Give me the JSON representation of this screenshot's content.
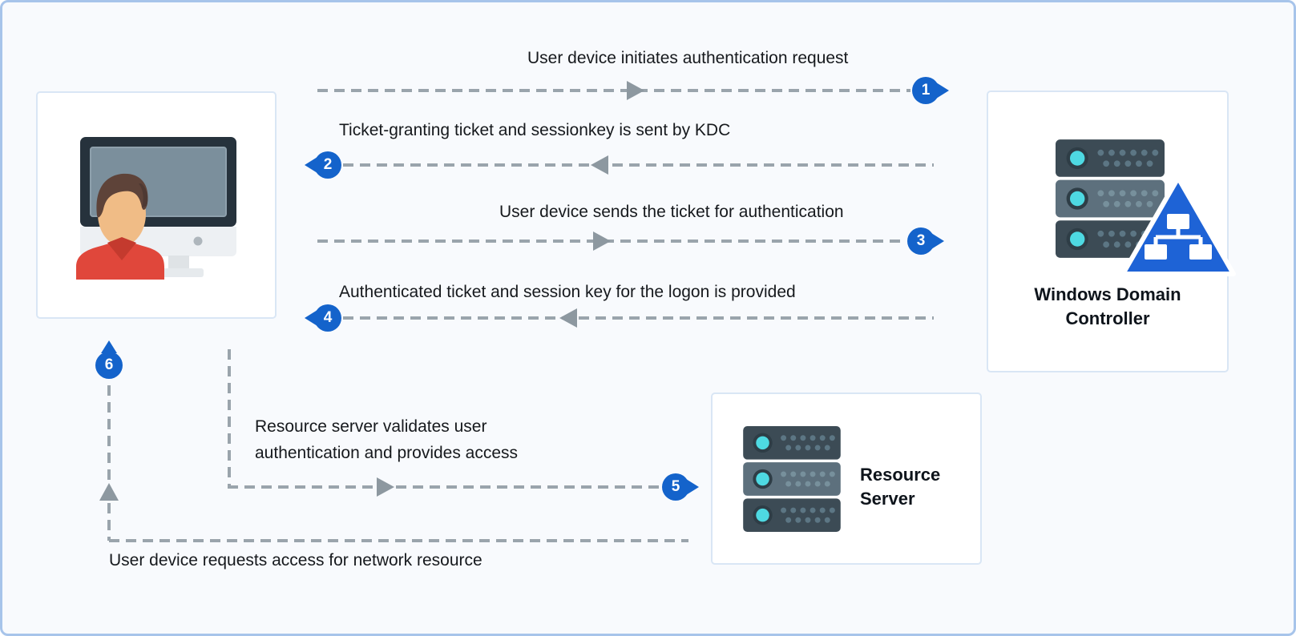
{
  "diagram": {
    "kind": "kerberos-authentication-flow"
  },
  "entities": {
    "user_device": {
      "icon": "person-at-computer-icon"
    },
    "windows_domain_controller": {
      "icon": "server-stack-domain-triangle-icon",
      "label_lines": [
        "Windows Domain",
        "Controller"
      ]
    },
    "resource_server": {
      "icon": "server-stack-icon",
      "label_lines": [
        "Resource",
        "Server"
      ]
    }
  },
  "steps": [
    {
      "number": "1",
      "label": "User device initiates authentication request",
      "direction": "right"
    },
    {
      "number": "2",
      "label": "Ticket-granting ticket and sessionkey is sent by KDC",
      "direction": "left"
    },
    {
      "number": "3",
      "label": "User device sends the ticket for authentication",
      "direction": "right"
    },
    {
      "number": "4",
      "label": "Authenticated ticket and session key for the logon is provided",
      "direction": "left"
    },
    {
      "number": "5",
      "label_lines": [
        "Resource server validates user",
        "authentication and provides access"
      ],
      "direction": "right"
    },
    {
      "number": "6",
      "label": "User device requests access for network resource",
      "direction": "up"
    }
  ],
  "colors": {
    "accent_blue": "#1463CB",
    "triangle_blue": "#1E63D6",
    "dash_gray": "#9AA4AC",
    "arrow_gray": "#8D98A0",
    "canvas_background": "#F8FAFD",
    "canvas_border": "#A7C4EA",
    "card_border": "#D9E6F5",
    "server_dark": "#3C4B55",
    "server_light": "#5D707D",
    "led_teal": "#4ED9E2",
    "shirt_red": "#E0473B",
    "text": "#16191D"
  }
}
